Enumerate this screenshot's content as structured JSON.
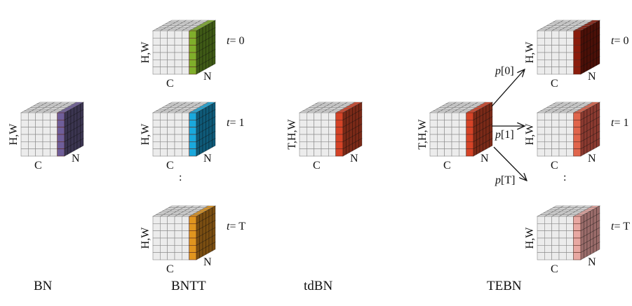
{
  "titles": {
    "bn": "BN",
    "bntt": "BNTT",
    "tdbn": "tdBN",
    "tebn": "TEBN"
  },
  "cubes": [
    {
      "id": "bn",
      "axis_v": "H,W",
      "axis_c": "C",
      "axis_n": "N",
      "t_var": "",
      "t_val": "",
      "accent": "#6f5e9a",
      "side": "#3b3550"
    },
    {
      "id": "bntt-0",
      "axis_v": "H,W",
      "axis_c": "C",
      "axis_n": "N",
      "t_var": "t",
      "t_val": "= 0",
      "accent": "#7fae2b",
      "side": "#3f5a16"
    },
    {
      "id": "bntt-1",
      "axis_v": "H,W",
      "axis_c": "C",
      "axis_n": "N",
      "t_var": "t",
      "t_val": "= 1",
      "accent": "#1aa8dc",
      "side": "#0f5a78"
    },
    {
      "id": "bntt-T",
      "axis_v": "H,W",
      "axis_c": "C",
      "axis_n": "N",
      "t_var": "t",
      "t_val": "= T",
      "accent": "#e0951f",
      "side": "#7a4e12"
    },
    {
      "id": "tdbn",
      "axis_v": "T,H,W",
      "axis_c": "C",
      "axis_n": "N",
      "t_var": "",
      "t_val": "",
      "accent": "#d44327",
      "side": "#7a2a18"
    },
    {
      "id": "tebn",
      "axis_v": "T,H,W",
      "axis_c": "C",
      "axis_n": "N",
      "t_var": "",
      "t_val": "",
      "accent": "#d44327",
      "side": "#7a2a18"
    },
    {
      "id": "tebn-0",
      "axis_v": "H,W",
      "axis_c": "C",
      "axis_n": "N",
      "t_var": "t",
      "t_val": "= 0",
      "accent": "#8a1c0c",
      "side": "#4a1008"
    },
    {
      "id": "tebn-1",
      "axis_v": "H,W",
      "axis_c": "C",
      "axis_n": "N",
      "t_var": "t",
      "t_val": "= 1",
      "accent": "#e0654c",
      "side": "#8a3a30"
    },
    {
      "id": "tebn-T",
      "axis_v": "H,W",
      "axis_c": "C",
      "axis_n": "N",
      "t_var": "t",
      "t_val": "= T",
      "accent": "#e8a8a2",
      "side": "#9a6c6a"
    }
  ],
  "arrows": [
    {
      "p": "p",
      "idx": "[0]"
    },
    {
      "p": "p",
      "idx": "[1]"
    },
    {
      "p": "p",
      "idx": "[T]"
    }
  ],
  "ellipsis": ":"
}
